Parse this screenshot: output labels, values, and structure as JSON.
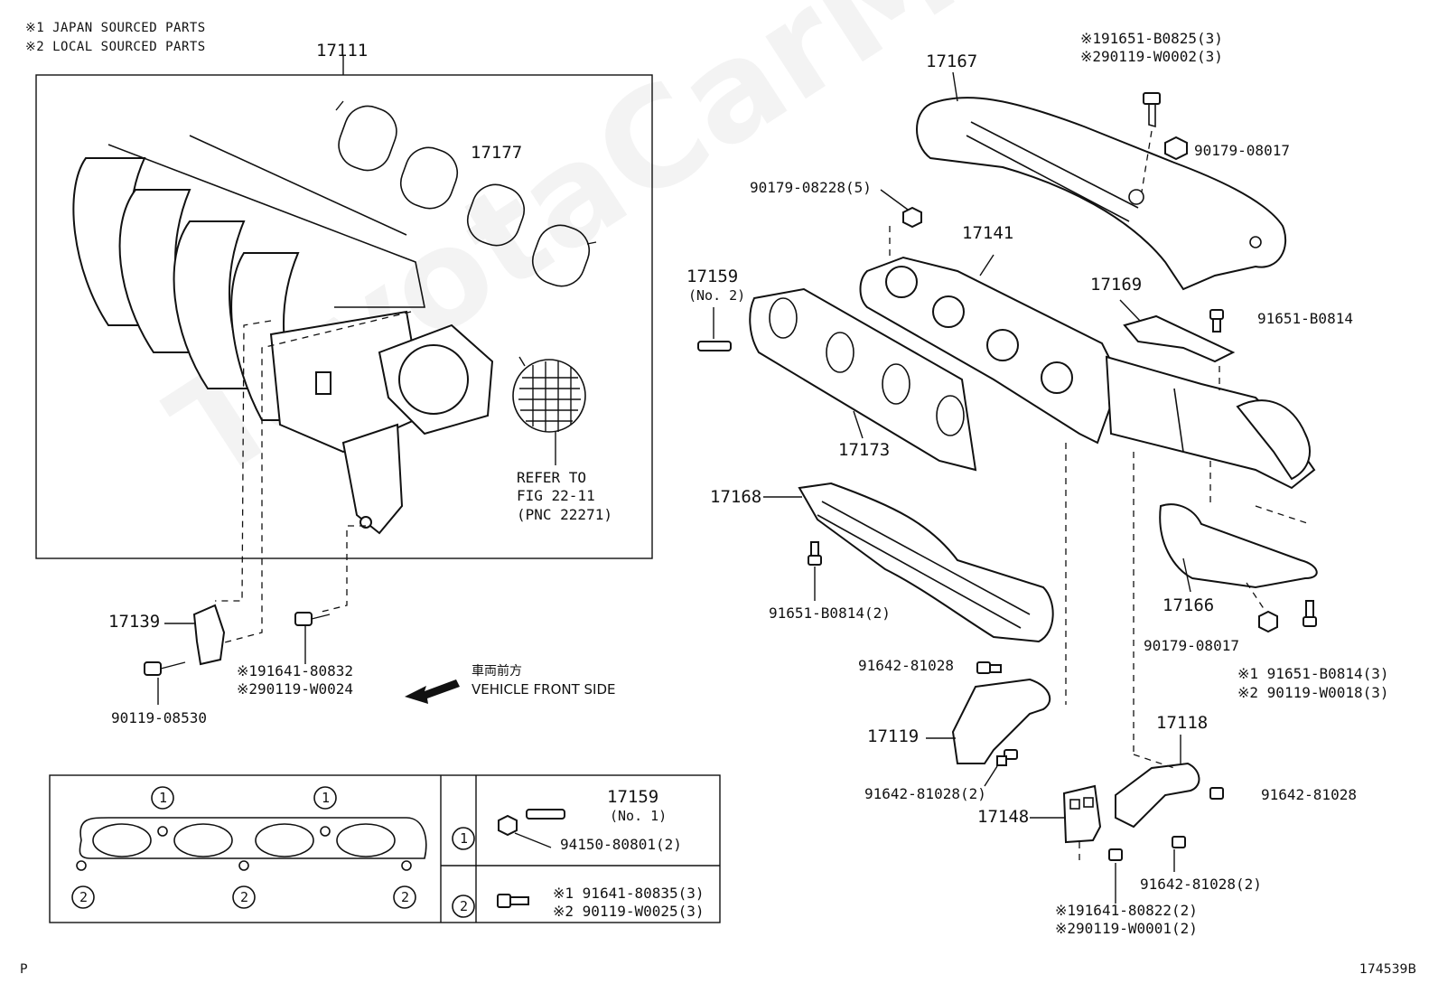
{
  "notes": {
    "n1": "※1 JAPAN SOURCED PARTS",
    "n2": "※2 LOCAL SOURCED PARTS"
  },
  "watermark": "ToyotaCarMine.ru",
  "labels": {
    "p17111": "17111",
    "p17177": "17177",
    "p17167": "17167",
    "p17141": "17141",
    "p17159_no2": "17159",
    "p17159_no2_sub": "(No. 2)",
    "p17169": "17169",
    "p17173": "17173",
    "p17168": "17168",
    "p17166": "17166",
    "p17139": "17139",
    "p17119": "17119",
    "p17118": "17118",
    "p17148": "17148",
    "b_91651_B0825": "※191651-B0825(3)",
    "b_90119_W0002": "※290119-W0002(3)",
    "n_90179_08017a": "90179-08017",
    "n_90179_08228": "90179-08228(5)",
    "b_91651_B0814a": "91651-B0814",
    "b_91651_B0814_2": "91651-B0814(2)",
    "b_90119_08530": "90119-08530",
    "b_91641_80832": "※191641-80832",
    "b_90119_W0024": "※290119-W0024",
    "front_jp": "車両前方",
    "front_en": "VEHICLE FRONT SIDE",
    "refer1": "REFER TO",
    "refer2": "FIG 22-11",
    "refer3": "(PNC 22271)",
    "b_91642_81028a": "91642-81028",
    "b_91642_81028_2a": "91642-81028(2)",
    "n_90179_08017b": "90179-08017",
    "b_91651_B0814_3": "※1 91651-B0814(3)",
    "b_90119_W0018_3": "※2 90119-W0018(3)",
    "b_91642_81028b": "91642-81028",
    "b_91642_81028_2b": "91642-81028(2)",
    "b_91641_80822": "※191641-80822(2)",
    "b_90119_W0001": "※290119-W0001(2)",
    "inset_17159": "17159",
    "inset_17159_sub": "(No. 1)",
    "inset_94150": "94150-80801(2)",
    "inset_91641_80835": "※1 91641-80835(3)",
    "inset_90119_W0025": "※2 90119-W0025(3)",
    "circ1": "1",
    "circ2": "2",
    "corner_left": "P",
    "corner_right": "174539B"
  }
}
